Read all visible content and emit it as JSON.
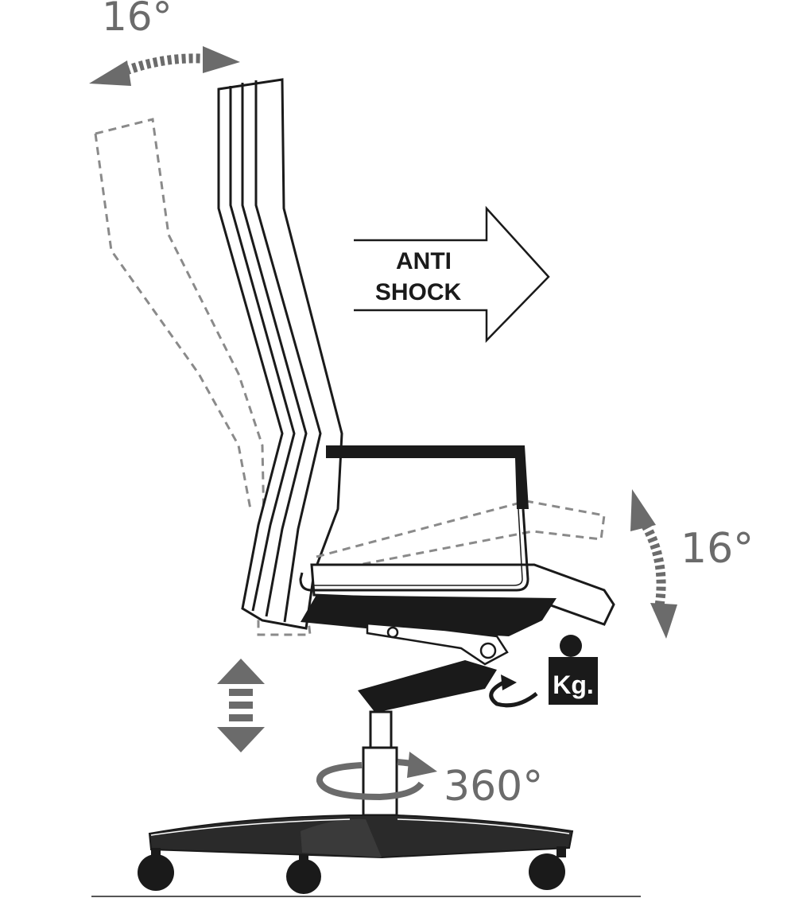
{
  "labels": {
    "backrest_angle": "16°",
    "seat_angle": "16°",
    "anti": "ANTI",
    "shock": "SHOCK",
    "weight": "Kg.",
    "rotation": "360°"
  },
  "colors": {
    "arrow_gray": "#6b6b6b",
    "line": "#1a1a1a",
    "dashed": "#8a8a8a"
  },
  "icons": [
    "tilt-arrow-icon",
    "height-adjust-arrow-icon",
    "rotation-arrow-icon",
    "weight-icon",
    "anti-shock-arrow-icon"
  ]
}
